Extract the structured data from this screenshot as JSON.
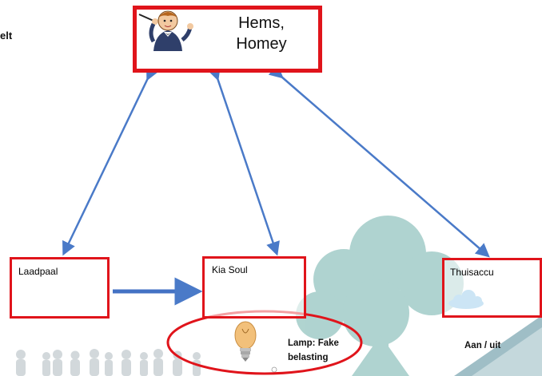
{
  "hub": {
    "line1": "Hems,",
    "line2": "Homey"
  },
  "cut_off_text": "elt",
  "nodes": {
    "laadpaal": "Laadpaal",
    "kia": "Kia Soul",
    "thuisaccu": "Thuisaccu"
  },
  "lamp_note": {
    "line1": "Lamp: Fake",
    "line2": "belasting"
  },
  "accu_note": "Aan / uit",
  "icons": [
    "conductor-icon",
    "cloud-icon",
    "lightbulb-icon",
    "tree-icon",
    "crowd-icon",
    "house-icon"
  ],
  "colors": {
    "box_border": "#e0141b",
    "arrow": "#4a7ac8",
    "tree": "#9cc8c4",
    "crowd": "#cfd6da"
  }
}
